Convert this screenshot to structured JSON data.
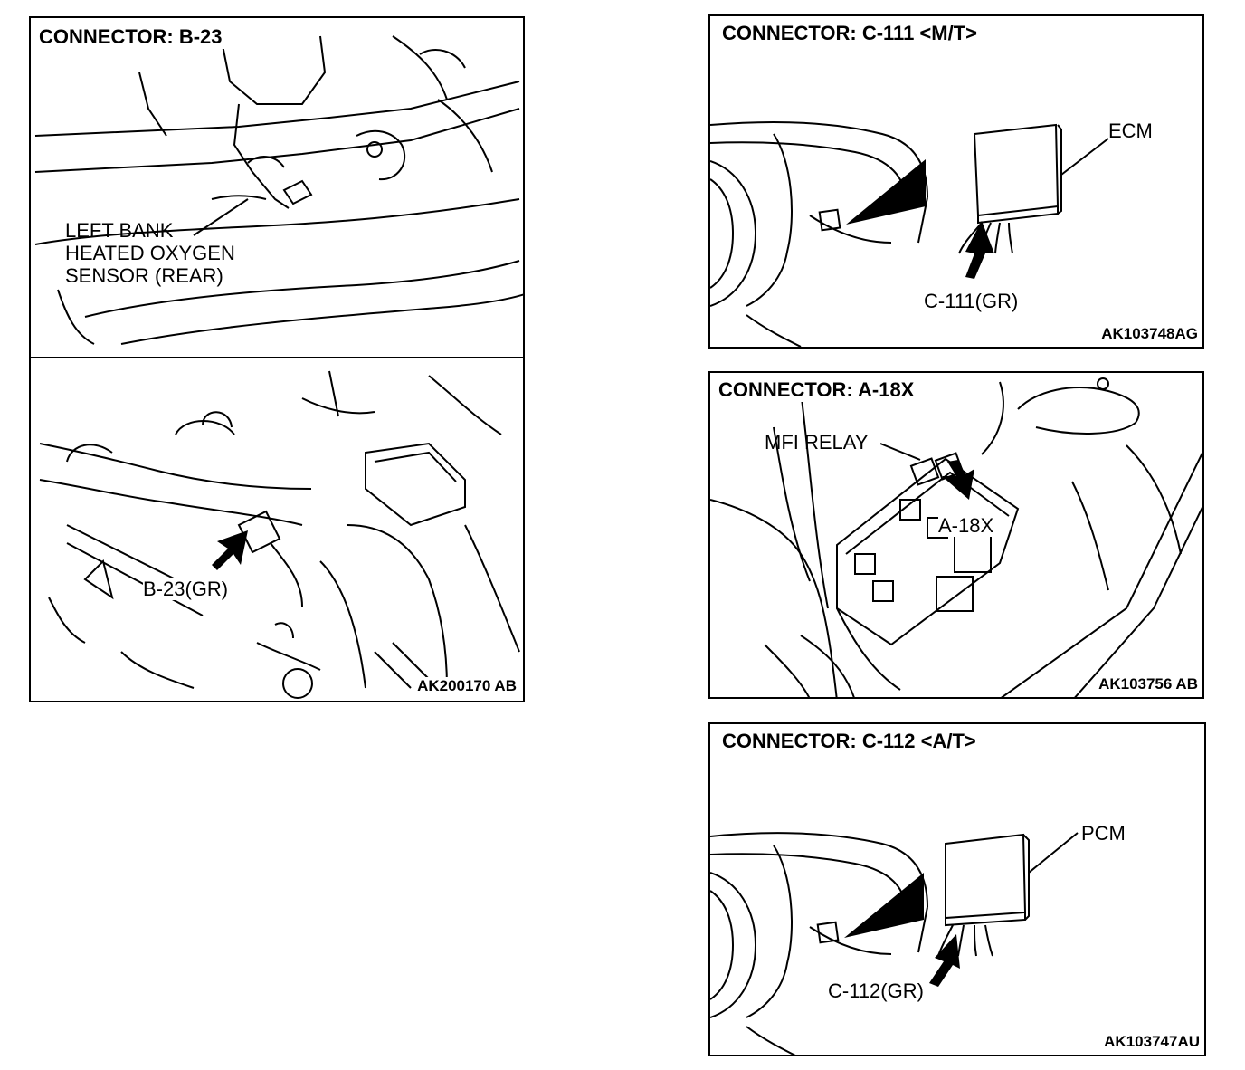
{
  "panels": {
    "b23": {
      "title": "CONNECTOR: B-23",
      "sensor_label_line1": "LEFT BANK",
      "sensor_label_line2": "HEATED OXYGEN",
      "sensor_label_line3": "SENSOR (REAR)",
      "connector_label": "B-23(GR)",
      "code": "AK200170 AB"
    },
    "c111": {
      "title": "CONNECTOR: C-111 <M/T>",
      "unit_label": "ECM",
      "connector_label": "C-111(GR)",
      "code": "AK103748AG"
    },
    "a18x": {
      "title": "CONNECTOR: A-18X",
      "relay_label": "MFI RELAY",
      "connector_label": "A-18X",
      "code": "AK103756 AB"
    },
    "c112": {
      "title": "CONNECTOR: C-112 <A/T>",
      "unit_label": "PCM",
      "connector_label": "C-112(GR)",
      "code": "AK103747AU"
    }
  },
  "icons": {
    "pointer": "bold-arrow-icon"
  }
}
